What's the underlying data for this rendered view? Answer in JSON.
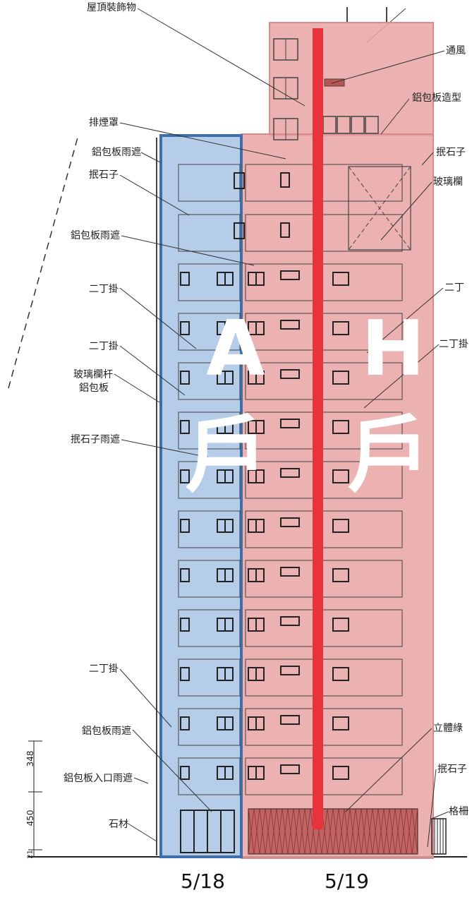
{
  "labels_left": [
    {
      "text": "屋頂裝飾物",
      "key": "roof_decoration"
    },
    {
      "text": "排煙罩",
      "key": "smoke_hood"
    },
    {
      "text": "鋁包板雨遮",
      "key": "alu_canopy_top"
    },
    {
      "text": "抿石子",
      "key": "stone_wash"
    },
    {
      "text": "鋁包板雨遮",
      "key": "alu_canopy_2"
    },
    {
      "text": "二丁掛",
      "key": "tile_1"
    },
    {
      "text": "二丁掛",
      "key": "tile_2"
    },
    {
      "text": "玻璃欄杆",
      "key": "glass_rail"
    },
    {
      "text": "鋁包板",
      "key": "alu_panel"
    },
    {
      "text": "抿石子雨遮",
      "key": "stone_canopy"
    },
    {
      "text": "二丁掛",
      "key": "tile_3"
    },
    {
      "text": "鋁包板雨遮",
      "key": "alu_canopy_bottom"
    },
    {
      "text": "鋁包板入口雨遮",
      "key": "alu_entry_canopy"
    },
    {
      "text": "石材",
      "key": "stone"
    }
  ],
  "labels_right": [
    {
      "text": "通風",
      "key": "vent"
    },
    {
      "text": "鋁包板造型",
      "key": "alu_shape"
    },
    {
      "text": "抿石子",
      "key": "stone_wash_r"
    },
    {
      "text": "玻璃欄",
      "key": "glass_rail_r"
    },
    {
      "text": "二丁",
      "key": "tile_r1"
    },
    {
      "text": "二丁掛",
      "key": "tile_r2"
    },
    {
      "text": "立體綠",
      "key": "green_wall"
    },
    {
      "text": "抿石子",
      "key": "stone_r_bottom"
    },
    {
      "text": "格柵",
      "key": "grille"
    }
  ],
  "dimensions": [
    "348",
    "450",
    "21"
  ],
  "units": [
    {
      "letter": "A",
      "char": "戶",
      "color": "#a9c4e6",
      "border": "#3f6fa8"
    },
    {
      "letter": "H",
      "char": "戶",
      "color": "#e9a3a3",
      "border": "#d98a8a"
    }
  ],
  "dates": [
    "5/18",
    "5/19"
  ],
  "colors": {
    "divider": "#e8323c",
    "text": "#222222"
  }
}
